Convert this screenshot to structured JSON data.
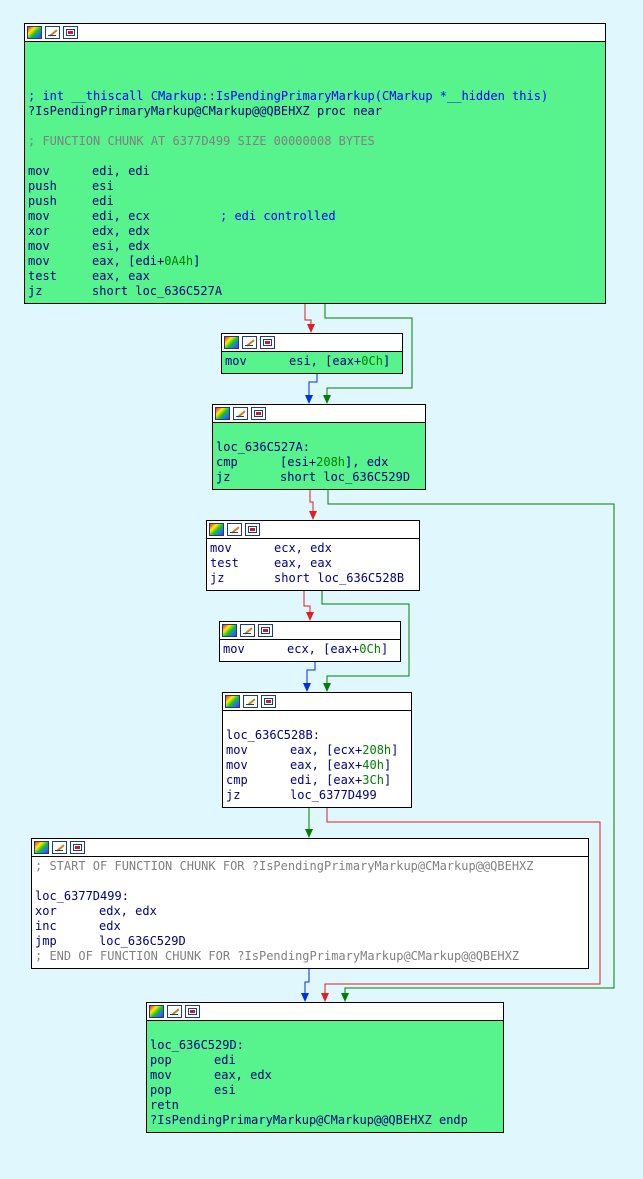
{
  "colors": {
    "background": "#e0f8fd",
    "node_fill": "#57f38c",
    "chunk_fill": "#ffffff",
    "edge_false": "#e02020",
    "edge_true": "#008000",
    "edge_uncond": "#0030e0"
  },
  "header_icons": [
    "graph-overview-icon",
    "edit-icon",
    "flowchart-icon"
  ],
  "nodes": {
    "n1": {
      "proto": "; int __thiscall CMarkup::IsPendingPrimaryMarkup(CMarkup *__hidden this)",
      "proc": "?IsPendingPrimaryMarkup@CMarkup@@QBEHXZ proc near",
      "chunk": "; FUNCTION CHUNK AT 6377D499 SIZE 00000008 BYTES",
      "i1_m": "mov",
      "i1_o": "edi, edi",
      "i2_m": "push",
      "i2_o": "esi",
      "i3_m": "push",
      "i3_o": "edi",
      "i4_m": "mov",
      "i4_o": "edi, ecx",
      "i4_c": "; edi controlled",
      "i5_m": "xor",
      "i5_o": "edx, edx",
      "i6_m": "mov",
      "i6_o": "esi, edx",
      "i7_m": "mov",
      "i7_a": "eax, [edi+",
      "i7_n": "0A4h",
      "i7_b": "]",
      "i8_m": "test",
      "i8_o": "eax, eax",
      "i9_m": "jz",
      "i9_o": "short loc_636C527A"
    },
    "n2": {
      "i1_m": "mov",
      "i1_a": "esi, [eax+",
      "i1_n": "0Ch",
      "i1_b": "]"
    },
    "n3": {
      "label": "loc_636C527A:",
      "i1_m": "cmp",
      "i1_a": "[esi+",
      "i1_n": "208h",
      "i1_b": "], edx",
      "i2_m": "jz",
      "i2_o": "short loc_636C529D"
    },
    "n4": {
      "i1_m": "mov",
      "i1_o": "ecx, edx",
      "i2_m": "test",
      "i2_o": "eax, eax",
      "i3_m": "jz",
      "i3_o": "short loc_636C528B"
    },
    "n5": {
      "i1_m": "mov",
      "i1_a": "ecx, [eax+",
      "i1_n": "0Ch",
      "i1_b": "]"
    },
    "n6": {
      "label": "loc_636C528B:",
      "i1_m": "mov",
      "i1_a": "eax, [ecx+",
      "i1_n": "208h",
      "i1_b": "]",
      "i2_m": "mov",
      "i2_a": "eax, [eax+",
      "i2_n": "40h",
      "i2_b": "]",
      "i3_m": "cmp",
      "i3_a": "edi, [eax+",
      "i3_n": "3Ch",
      "i3_b": "]",
      "i4_m": "jz",
      "i4_o": "loc_6377D499"
    },
    "n7": {
      "start": "; START OF FUNCTION CHUNK FOR ?IsPendingPrimaryMarkup@CMarkup@@QBEHXZ",
      "label": "loc_6377D499:",
      "i1_m": "xor",
      "i1_o": "edx, edx",
      "i2_m": "inc",
      "i2_o": "edx",
      "i3_m": "jmp",
      "i3_o": "loc_636C529D",
      "end": "; END OF FUNCTION CHUNK FOR ?IsPendingPrimaryMarkup@CMarkup@@QBEHXZ"
    },
    "n8": {
      "label": "loc_636C529D:",
      "i1_m": "pop",
      "i1_o": "edi",
      "i2_m": "mov",
      "i2_o": "eax, edx",
      "i3_m": "pop",
      "i3_o": "esi",
      "i4_m": "retn",
      "i4_o": "",
      "endp": "?IsPendingPrimaryMarkup@CMarkup@@QBEHXZ endp"
    }
  }
}
